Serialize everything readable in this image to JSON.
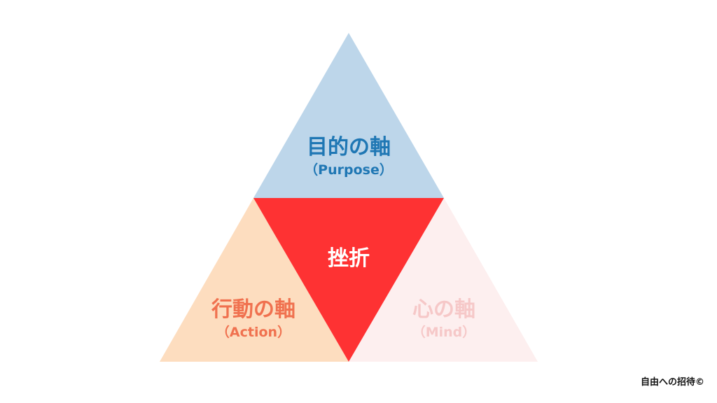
{
  "diagram": {
    "top": {
      "title": "目的の軸",
      "subtitle": "（Purpose）",
      "fill": "#BDD6EA",
      "text_color": "#1F77B4"
    },
    "left": {
      "title": "行動の軸",
      "subtitle": "（Action）",
      "fill": "#FDDDBF",
      "text_color": "#F0714F"
    },
    "right": {
      "title": "心の軸",
      "subtitle": "（Mind）",
      "fill": "#FDEFEF",
      "text_color": "#F6C8C8"
    },
    "center": {
      "title": "挫折",
      "fill": "#FE3233",
      "text_color": "#FFFFFF"
    }
  },
  "footer": {
    "copyright": "自由への招待©"
  }
}
